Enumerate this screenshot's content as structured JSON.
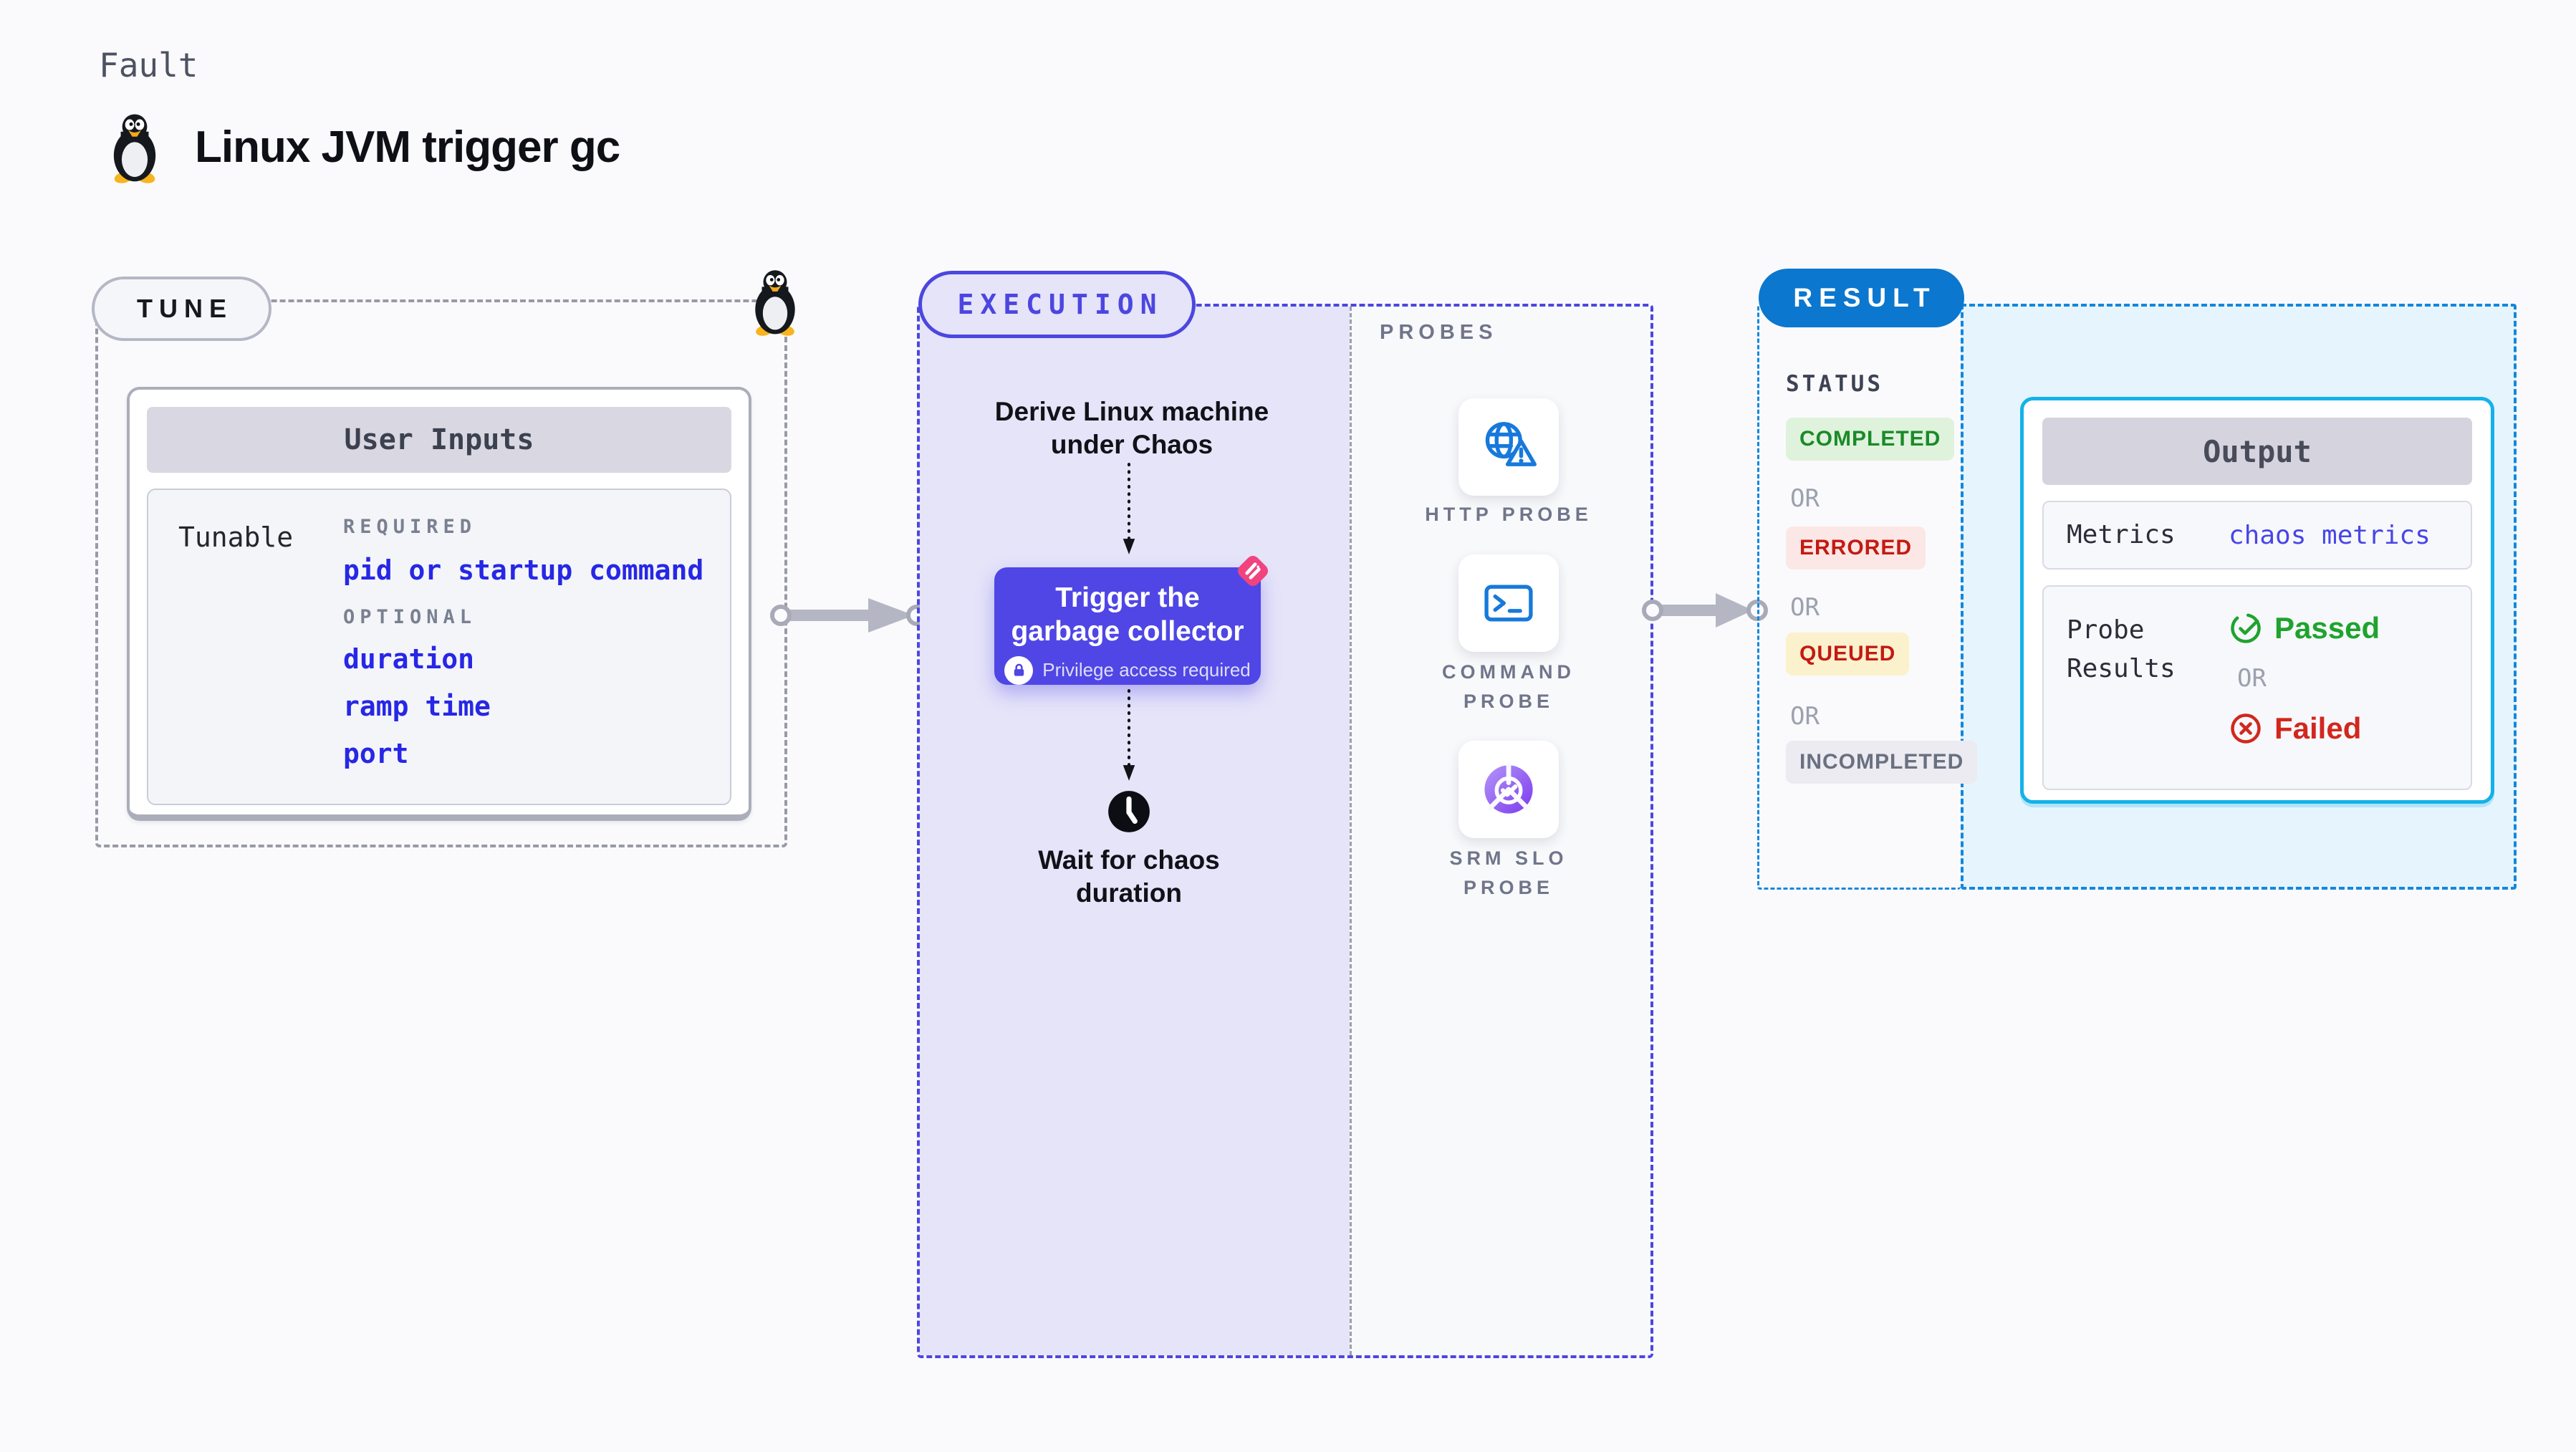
{
  "page": {
    "kicker": "Fault",
    "title": "Linux JVM trigger gc"
  },
  "tune": {
    "badge": "TUNE",
    "user_inputs": {
      "header": "User Inputs",
      "row_label": "Tunable",
      "required_label": "REQUIRED",
      "required_params": [
        "pid or startup command"
      ],
      "optional_label": "OPTIONAL",
      "optional_params": [
        "duration",
        "ramp time",
        "port"
      ]
    }
  },
  "execution": {
    "badge": "EXECUTION",
    "derive_label": "Derive Linux machine under Chaos",
    "trigger_node": {
      "title": "Trigger the garbage collector",
      "privilege_label": "Privilege access required"
    },
    "wait_label": "Wait for chaos duration",
    "probes": {
      "heading": "PROBES",
      "items": [
        {
          "label": "HTTP PROBE",
          "icon": "globe-warning-icon"
        },
        {
          "label": "COMMAND PROBE",
          "icon": "terminal-icon"
        },
        {
          "label": "SRM SLO PROBE",
          "icon": "slo-pie-icon"
        }
      ]
    }
  },
  "result": {
    "badge": "RESULT",
    "status": {
      "heading": "STATUS",
      "separator": "OR",
      "badges": [
        {
          "label": "COMPLETED",
          "tone": "green"
        },
        {
          "label": "ERRORED",
          "tone": "red"
        },
        {
          "label": "QUEUED",
          "tone": "yellow"
        },
        {
          "label": "INCOMPLETED",
          "tone": "gray"
        }
      ]
    },
    "output": {
      "header": "Output",
      "metrics_label": "Metrics",
      "metrics_value": "chaos metrics",
      "probe_results_label": "Probe Results",
      "passed_label": "Passed",
      "separator": "OR",
      "failed_label": "Failed"
    }
  },
  "colors": {
    "indigo": "#4C46E0",
    "indigo_node": "#4F46E5",
    "purple_bg": "#E5E4F9",
    "link_blue": "#2727E6",
    "metrics_blue": "#4845E8",
    "result_blue": "#0B77CF",
    "dash_blue": "#1487DC",
    "dash_gray": "#989BA6",
    "cyan": "#14B2E9",
    "light_blue_bg": "#E6F5FD",
    "probe_icon_blue": "#1779DB",
    "srm_purple": "#7C3AED",
    "chaos_pink": "#F1437E",
    "green": "#1FA32E",
    "green_badge_bg": "#DFF2DC",
    "green_badge_text": "#1A8A2A",
    "red": "#D2271D",
    "red_badge_bg": "#FBE7E5",
    "red_badge_text": "#C31A12",
    "yellow_badge_bg": "#FBF1CD",
    "gray_badge_bg": "#EBEBF1",
    "gray_badge_text": "#6A7080",
    "arrow_gray": "#B5B6C3"
  }
}
